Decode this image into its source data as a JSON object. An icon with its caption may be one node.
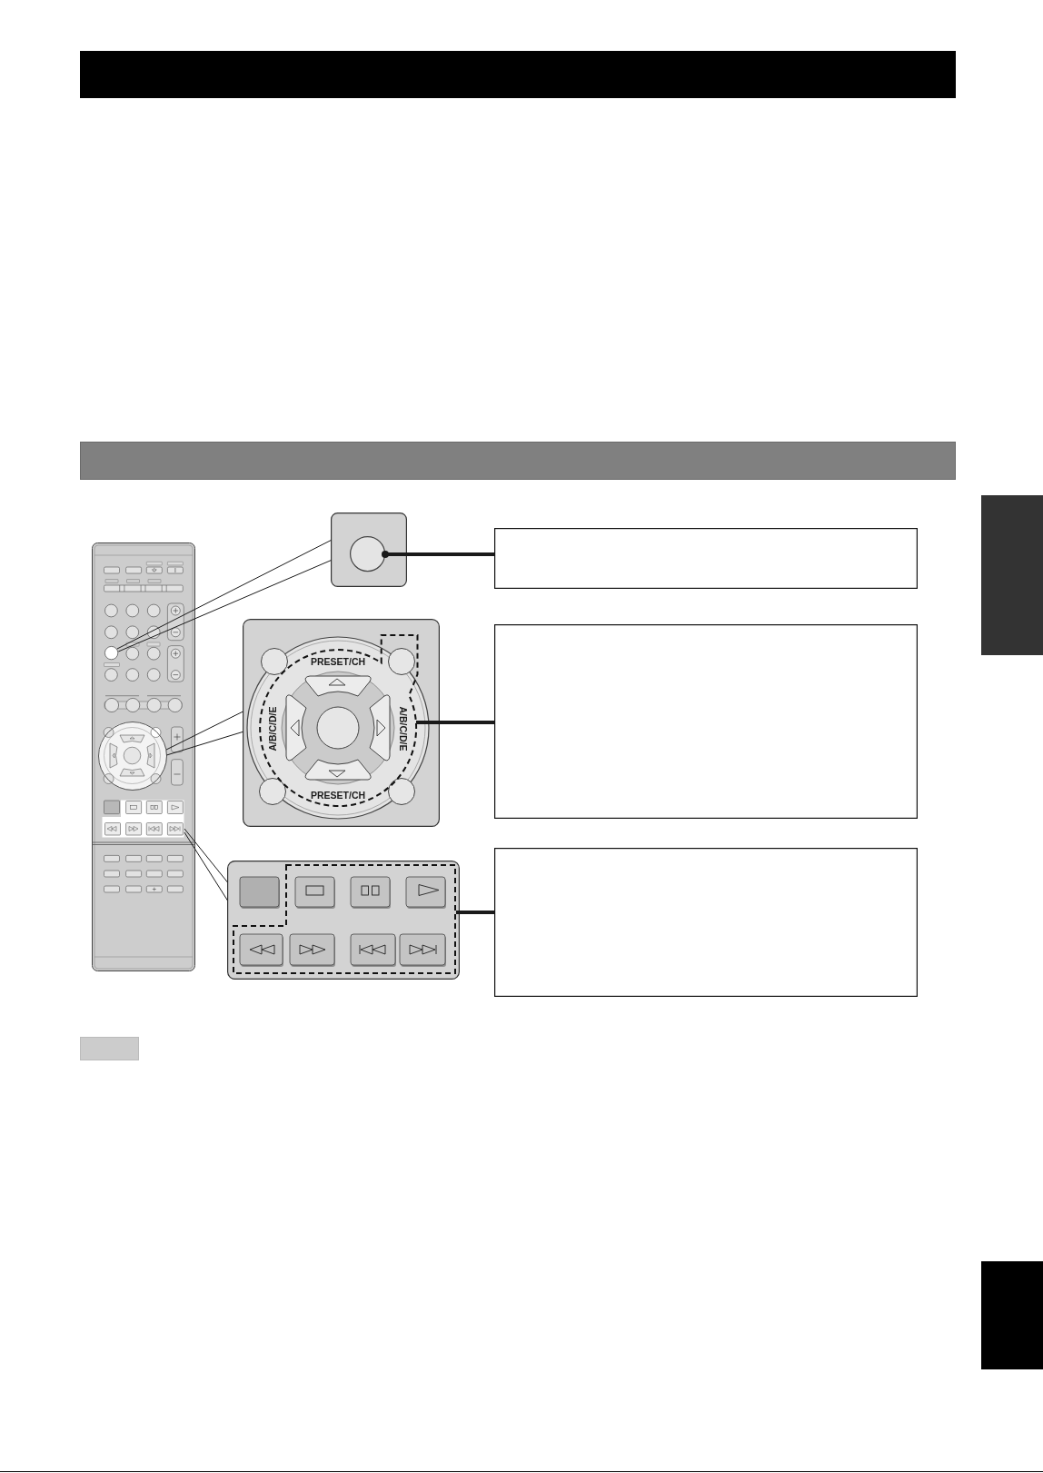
{
  "diagram": {
    "nodes": [
      {
        "text": [],
        "shape": "bar"
      },
      {
        "text": [],
        "shape": "bar"
      },
      {
        "text": [],
        "shape": "bar"
      },
      {
        "text": [],
        "shape": "picture"
      },
      {
        "text": [],
        "shape": "circle",
        "in": 3
      },
      {
        "text": [],
        "shape": "circle",
        "in": 3
      },
      {
        "text": [],
        "shape": "box",
        "in": 3
      },
      {
        "text": [],
        "shape": "picture"
      },
      {
        "text": [],
        "shape": "circle",
        "in": 7
      },
      {
        "text": [],
        "shape": "picture"
      },
      {
        "text": [
          "PRESET/CH",
          "A/B/C/D/E",
          "A/B/C/D/E",
          "PRESET/CH"
        ],
        "in": 9
      },
      {
        "text": [],
        "shape": "picture"
      },
      {
        "text": [],
        "shape": "box",
        "in": 11
      },
      {
        "text": [],
        "shape": "box"
      },
      {
        "text": [],
        "shape": "box"
      },
      {
        "text": [],
        "shape": "box"
      },
      {
        "text": [],
        "shape": "box"
      },
      {
        "text": [],
        "shape": "bar"
      }
    ],
    "edges": [
      {
        "from": 4,
        "to": 7,
        "arrow": "none"
      },
      {
        "from": 5,
        "to": 9,
        "arrow": "none"
      },
      {
        "from": 6,
        "to": 11,
        "arrow": "none"
      },
      {
        "from": 13,
        "to": 8,
        "arrow": "other",
        "style": "thick"
      },
      {
        "from": 14,
        "to": 10,
        "arrow": "none",
        "style": "thick"
      },
      {
        "from": 15,
        "to": 12,
        "arrow": "none",
        "style": "thick"
      }
    ]
  }
}
